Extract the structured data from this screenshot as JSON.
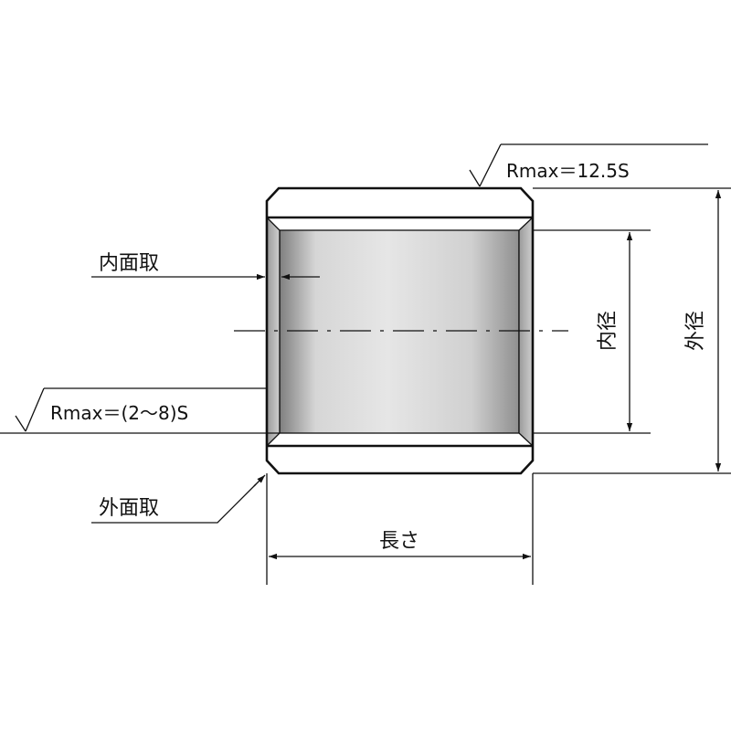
{
  "labels": {
    "inner_chamfer": "内面取",
    "outer_chamfer": "外面取",
    "length": "長さ",
    "inner_diameter": "内径",
    "outer_diameter": "外径",
    "roughness_outer": "Rmax＝12.5S",
    "roughness_inner": "Rmax＝(2〜8)S"
  },
  "colors": {
    "line": "#111111",
    "bore_dark": "#8a8a8a",
    "bore_light": "#dcdcdc",
    "chamfer_face": "#b5b5b5"
  },
  "icons": {
    "surface_finish": "surface-roughness-symbol",
    "arrow": "arrowhead"
  }
}
